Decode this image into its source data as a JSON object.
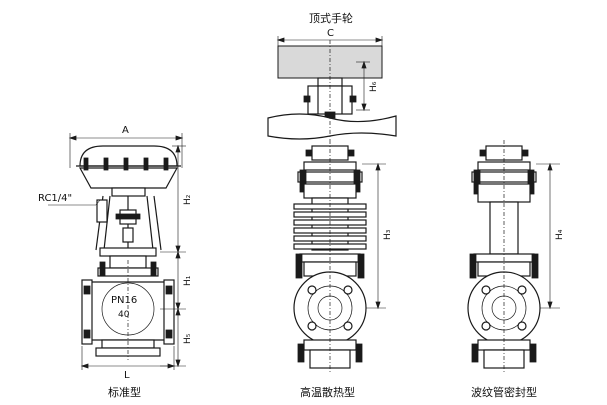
{
  "caption_standard": "标准型",
  "caption_high_temp": "高温散热型",
  "caption_bellows": "波纹管密封型",
  "caption_handwheel": "顶式手轮",
  "dim_A": "A",
  "dim_C": "C",
  "dim_L": "L",
  "dim_H2": "H₂",
  "dim_H1": "H₁",
  "dim_H5": "H₅",
  "dim_H3": "H₃",
  "dim_H4": "H₄",
  "dim_H6": "H₆",
  "label_rc": "RC1/4\"",
  "label_pn": "PN16",
  "label_size": "40"
}
